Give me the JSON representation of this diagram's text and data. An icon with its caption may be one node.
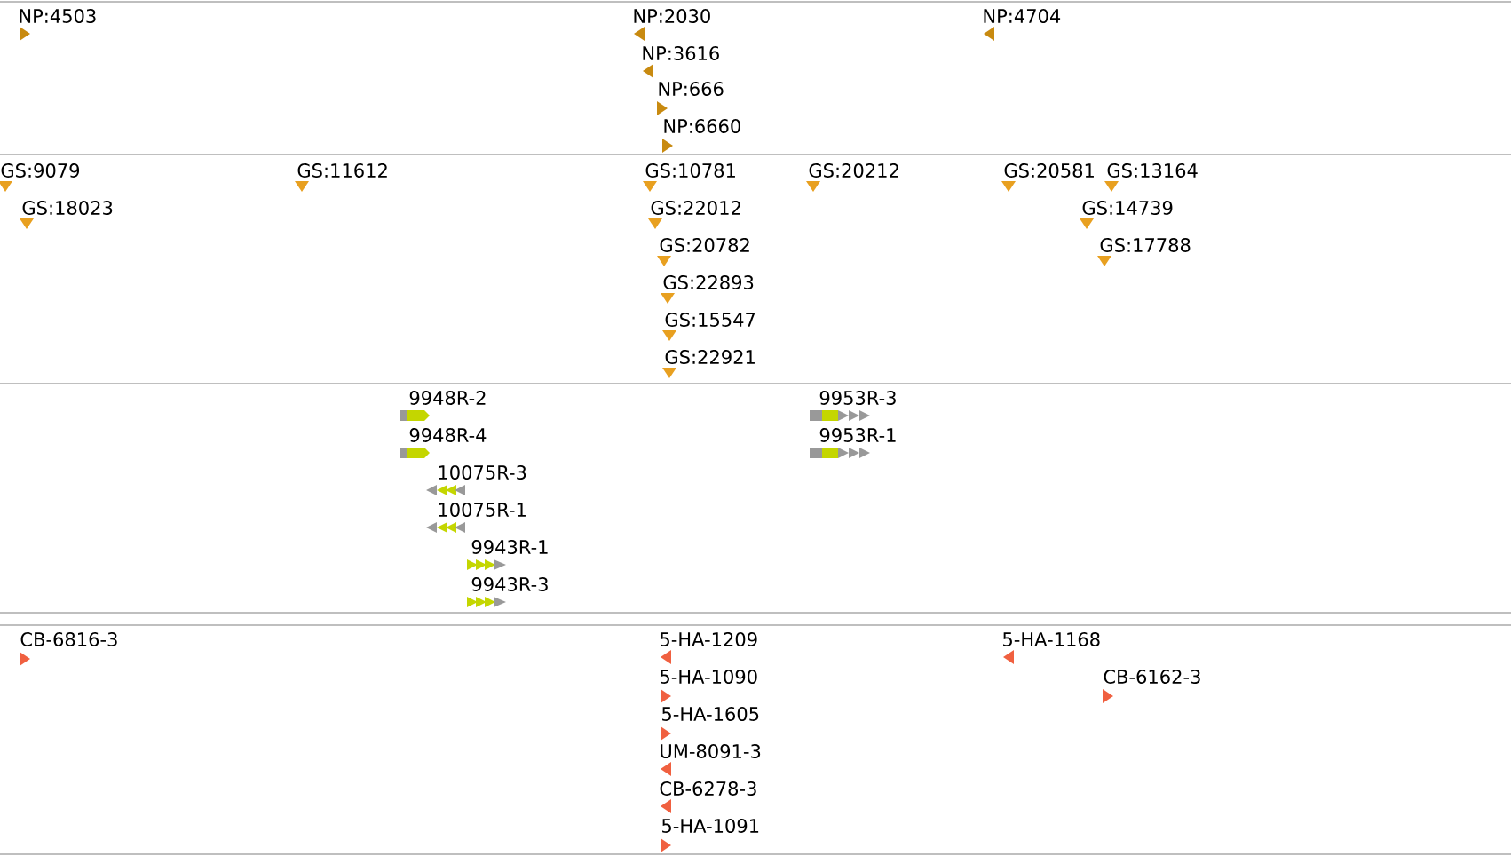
{
  "diagram": {
    "labels": [
      "NP:4503",
      "NP:2030",
      "NP:3616",
      "NP:666",
      "NP:6660",
      "NP:4704",
      "GS:9079",
      "GS:18023",
      "GS:11612",
      "GS:10781",
      "GS:22012",
      "GS:20782",
      "GS:22893",
      "GS:15547",
      "GS:22921",
      "GS:20212",
      "GS:20581",
      "GS:13164",
      "GS:14739",
      "GS:17788",
      "9948R-2",
      "9948R-4",
      "10075R-3",
      "10075R-1",
      "9943R-1",
      "9943R-3",
      "9953R-3",
      "9953R-1",
      "CB-6816-3",
      "5-HA-1209",
      "5-HA-1090",
      "5-HA-1605",
      "UM-8091-3",
      "CB-6278-3",
      "5-HA-1091",
      "5-HA-1168",
      "CB-6162-3"
    ]
  }
}
